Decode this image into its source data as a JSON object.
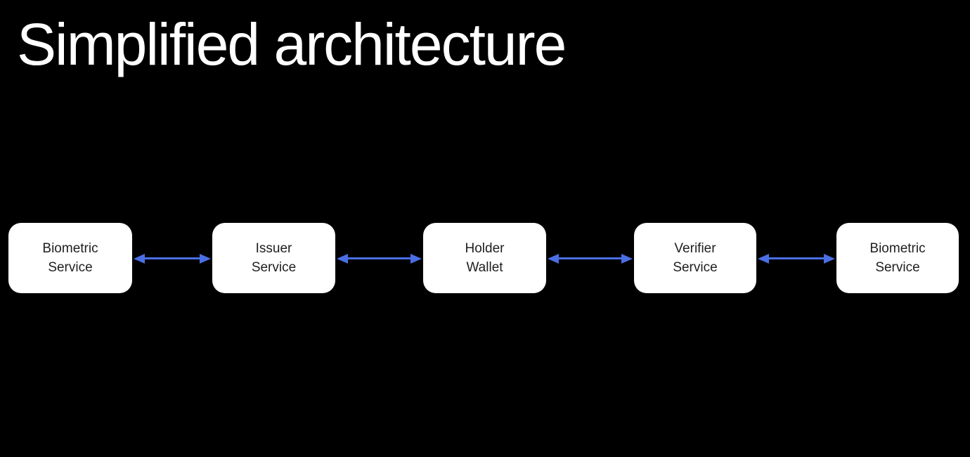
{
  "slide": {
    "title": "Simplified architecture"
  },
  "colors": {
    "background": "#000000",
    "title_text": "#ffffff",
    "node_fill": "#ffffff",
    "node_text": "#1e1e1e",
    "arrow": "#4a6ee3"
  },
  "diagram": {
    "nodes": [
      {
        "id": "biometric-service-left",
        "lines": [
          "Biometric",
          "Service"
        ]
      },
      {
        "id": "issuer-service",
        "lines": [
          "Issuer",
          "Service"
        ]
      },
      {
        "id": "holder-wallet",
        "lines": [
          "Holder",
          "Wallet"
        ]
      },
      {
        "id": "verifier-service",
        "lines": [
          "Verifier",
          "Service"
        ]
      },
      {
        "id": "biometric-service-right",
        "lines": [
          "Biometric",
          "Service"
        ]
      }
    ],
    "connections": [
      {
        "from": "biometric-service-left",
        "to": "issuer-service",
        "type": "bidirectional"
      },
      {
        "from": "issuer-service",
        "to": "holder-wallet",
        "type": "bidirectional"
      },
      {
        "from": "holder-wallet",
        "to": "verifier-service",
        "type": "bidirectional"
      },
      {
        "from": "verifier-service",
        "to": "biometric-service-right",
        "type": "bidirectional"
      }
    ]
  }
}
